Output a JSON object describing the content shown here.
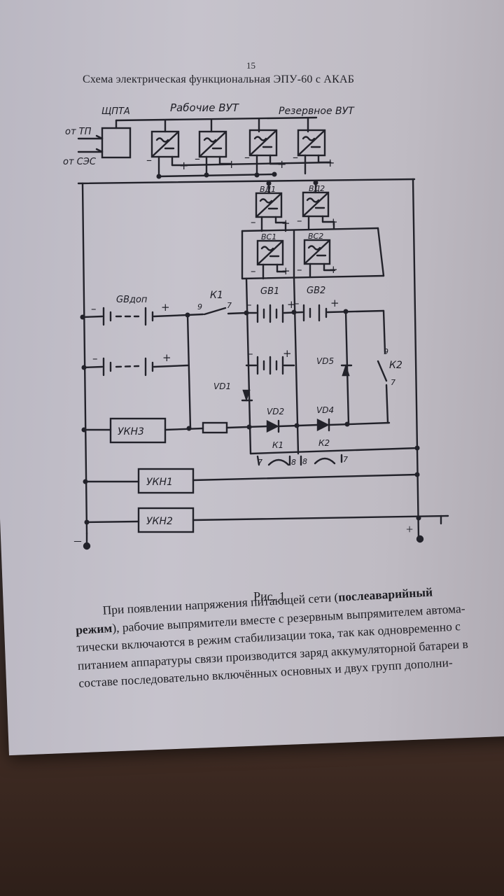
{
  "page": {
    "number": "15",
    "title": "Схема электрическая функциональная ЭПУ-60 с АКАБ"
  },
  "labels": {
    "shupta": "ЩПТА",
    "rabochie": "Рабочие ВУТ",
    "rezervnoe": "Резервное ВУТ",
    "ot_tp": "от ТП",
    "ot_ses": "от СЭС",
    "vd1_top": "ВД1",
    "vd2_top": "ВД2",
    "vs1": "ВС1",
    "vs2": "ВС2",
    "gb_dop": "GВдоп",
    "gb1": "GВ1",
    "gb2": "GВ2",
    "k1_switch": "К1",
    "k2_switch": "К2",
    "vd1": "VD1",
    "vd2": "VD2",
    "vd4": "VD4",
    "vd5": "VD5",
    "ukn3": "УКН3",
    "ukn1": "УКН1",
    "ukn2": "УКН2",
    "k1_coil": "К1",
    "k2_coil": "К2",
    "contact_7a": "7",
    "contact_8a": "8",
    "contact_8b": "8",
    "contact_7b": "7",
    "sw_9a": "9",
    "sw_7a": "7",
    "sw_9b": "9",
    "sw_7b": "7",
    "minus": "–",
    "plus": "+"
  },
  "figure": {
    "caption": "Рис. 1"
  },
  "paragraph": {
    "l1_a": "При появлении напряжения питающей сети (",
    "l1_b": "послеаварийный",
    "l2_a": "режим",
    "l2_b": "), рабочие выпрямители вместе с резервным выпрямителем автома-",
    "l3": "тически включаются в режим стабилизации тока, так как одновременно с",
    "l4": "питанием аппаратуры связи производится заряд аккумуляторной батареи в",
    "l5": "составе последовательно включённых основных и двух групп дополни-"
  }
}
